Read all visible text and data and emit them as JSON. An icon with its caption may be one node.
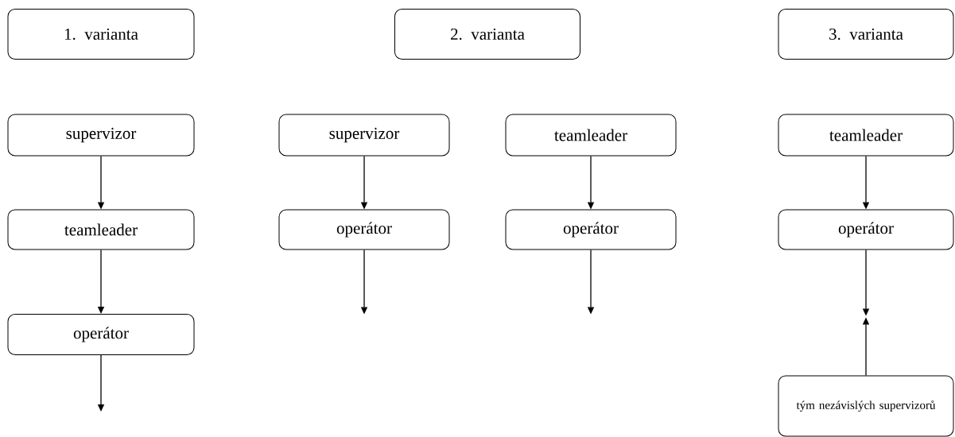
{
  "diagram": {
    "nodes": [
      {
        "text": [
          "1. varianta"
        ]
      },
      {
        "text": [
          "2. varianta"
        ]
      },
      {
        "text": [
          "3. varianta"
        ]
      },
      {
        "text": [
          "supervizor"
        ]
      },
      {
        "text": [
          "teamleader"
        ]
      },
      {
        "text": [
          "operátor"
        ]
      },
      {
        "text": [
          "supervizor"
        ]
      },
      {
        "text": [
          "operátor"
        ]
      },
      {
        "text": [
          "teamleader"
        ]
      },
      {
        "text": [
          "operátor"
        ]
      },
      {
        "text": [
          "teamleader"
        ]
      },
      {
        "text": [
          "operátor"
        ]
      },
      {
        "text": [
          "tým nezávislých supervizorů"
        ]
      }
    ],
    "edges": [
      {
        "from": 3,
        "to": 4,
        "arrow": "to"
      },
      {
        "from": 4,
        "to": 5,
        "arrow": "to"
      },
      {
        "from": 5,
        "to": null,
        "arrow": "to"
      },
      {
        "from": 6,
        "to": 7,
        "arrow": "to"
      },
      {
        "from": 7,
        "to": null,
        "arrow": "to"
      },
      {
        "from": 8,
        "to": 9,
        "arrow": "to"
      },
      {
        "from": 9,
        "to": null,
        "arrow": "to"
      },
      {
        "from": 10,
        "to": 11,
        "arrow": "to"
      },
      {
        "from": 11,
        "to": null,
        "arrow": "to"
      },
      {
        "from": 12,
        "to": null,
        "arrow": "to"
      }
    ]
  }
}
